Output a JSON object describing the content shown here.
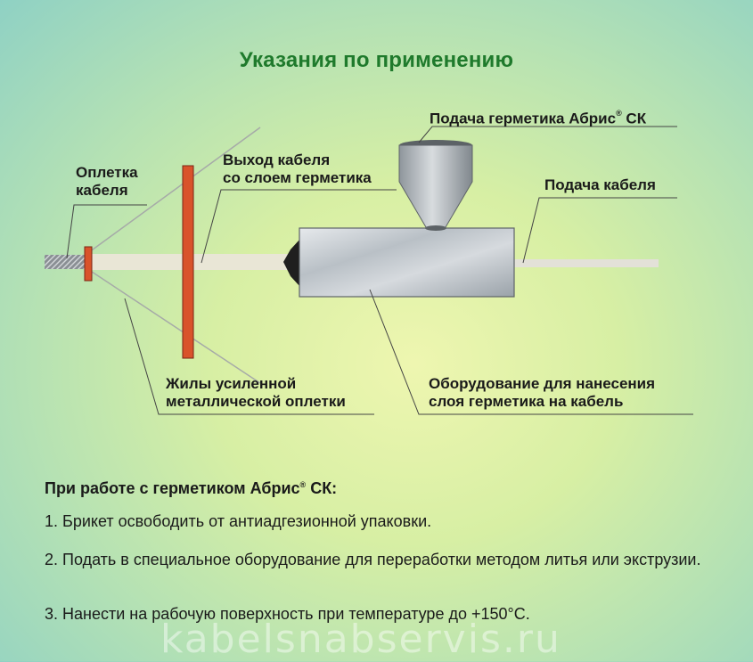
{
  "title": "Указания по применению",
  "labels": {
    "braid": [
      "Оплетка",
      "кабеля"
    ],
    "cable_exit": [
      "Выход кабеля",
      "со слоем герметика"
    ],
    "sealant_feed": "Подача герметика Абрис",
    "sealant_feed_suffix": " СК",
    "cable_feed": "Подача кабеля",
    "wires": [
      "Жилы усиленной",
      "металлической оплетки"
    ],
    "equipment": [
      "Оборудование для нанесения",
      "слоя герметика на кабель"
    ]
  },
  "registered_mark": "®",
  "instructions": {
    "heading": "При работе с герметиком Абрис",
    "heading_suffix": " СК:",
    "steps": [
      "1. Брикет освободить от антиадгезионной упаковки.",
      "2. Подать в специальное оборудование для переработки методом литья или экструзии.",
      "3. Нанести на рабочую поверхность при температуре до +150°С."
    ]
  },
  "watermark": "kabelsnabservis.ru",
  "colors": {
    "title": "#1f7a2c",
    "plate": "#d9532b",
    "cable": "#e9e6d6"
  }
}
